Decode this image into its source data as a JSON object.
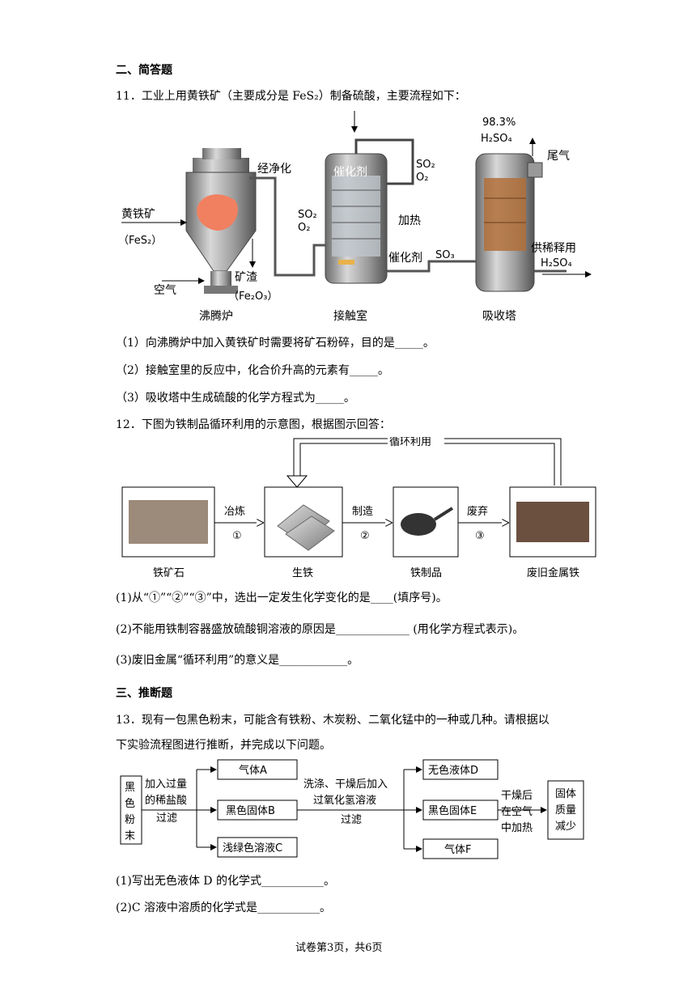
{
  "section2": {
    "heading": "二、简答题",
    "q11": {
      "stem": "11．工业上用黄铁矿（主要成分是 FeS₂）制备硫酸，主要流程如下：",
      "labels": {
        "pyrite": "黄铁矿",
        "pyrite_formula": "（FeS₂）",
        "air": "空气",
        "purify": "经净化",
        "so2_o2_a": "SO₂",
        "so2_o2_b": "O₂",
        "slag": "矿渣",
        "slag_formula": "（Fe₂O₃）",
        "furnace": "沸腾炉",
        "catalyst_top": "催化剂",
        "so2_top": "SO₂",
        "o2_top": "O₂",
        "heat": "加热",
        "catalyst_bottom": "催化剂",
        "so3": "SO₃",
        "contact_room": "接触室",
        "acid_conc": "98.3%",
        "acid_formula": "H₂SO₄",
        "tail_gas": "尾气",
        "supply": "供稀释用",
        "supply_formula": "H₂SO₄",
        "absorber": "吸收塔"
      },
      "q1": "（1）向沸腾炉中加入黄铁矿时需要将矿石粉碎，目的是_____。",
      "q2": "（2）接触室里的反应中，化合价升高的元素有_____。",
      "q3": "（3）吸收塔中生成硫酸的化学方程式为_____。"
    },
    "q12": {
      "stem": "12．下图为铁制品循环利用的示意图，根据图示回答：",
      "labels": {
        "recycle": "循环利用",
        "smelt": "冶炼",
        "step1": "①",
        "make": "制造",
        "step2": "②",
        "discard": "废弃",
        "step3": "③",
        "iron_ore": "铁矿石",
        "pig_iron": "生铁",
        "iron_product": "铁制品",
        "scrap": "废旧金属铁"
      },
      "q1": "(1)从“①”“②”“③”中，选出一定发生化学变化的是____(填序号)。",
      "q2": "(2)不能用铁制容器盛放硫酸铜溶液的原因是_____________   (用化学方程式表示)。",
      "q3": "(3)废旧金属“循环利用”的意义是____________。"
    }
  },
  "section3": {
    "heading": "三、推断题",
    "q13": {
      "stem_line1": "13．现有一包黑色粉末，可能含有铁粉、木炭粉、二氧化锰中的一种或几种。请根据以",
      "stem_line2": "下实验流程图进行推断，并完成以下问题。",
      "labels": {
        "black_powder_1": "黑",
        "black_powder_2": "色",
        "black_powder_3": "粉",
        "black_powder_4": "末",
        "step_a_1": "加入过量",
        "step_a_2": "的稀盐酸",
        "step_a_3": "过滤",
        "gas_a": "气体A",
        "solid_b": "黑色固体B",
        "solution_c": "浅绿色溶液C",
        "step_b_1": "洗涤、干燥后加入",
        "step_b_2": "过氧化氢溶液",
        "step_b_3": "过滤",
        "liquid_d": "无色液体D",
        "solid_e": "黑色固体E",
        "gas_f": "气体F",
        "step_c_1": "干燥后",
        "step_c_2": "在空气",
        "step_c_3": "中加热",
        "result_1": "固体",
        "result_2": "质量",
        "result_3": "减少"
      },
      "q1": "(1)写出无色液体 D 的化学式___________。",
      "q2": "(2)C 溶液中溶质的化学式是___________。"
    }
  },
  "footer": "试卷第3页，共6页"
}
